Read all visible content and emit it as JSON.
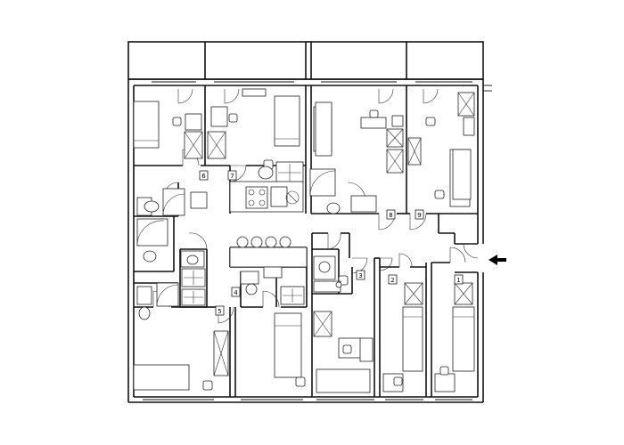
{
  "room_labels": [
    "1",
    "2",
    "3",
    "4",
    "5",
    "6",
    "7",
    "8",
    "9"
  ],
  "icons": {
    "entrance": "entrance-arrow-icon"
  }
}
